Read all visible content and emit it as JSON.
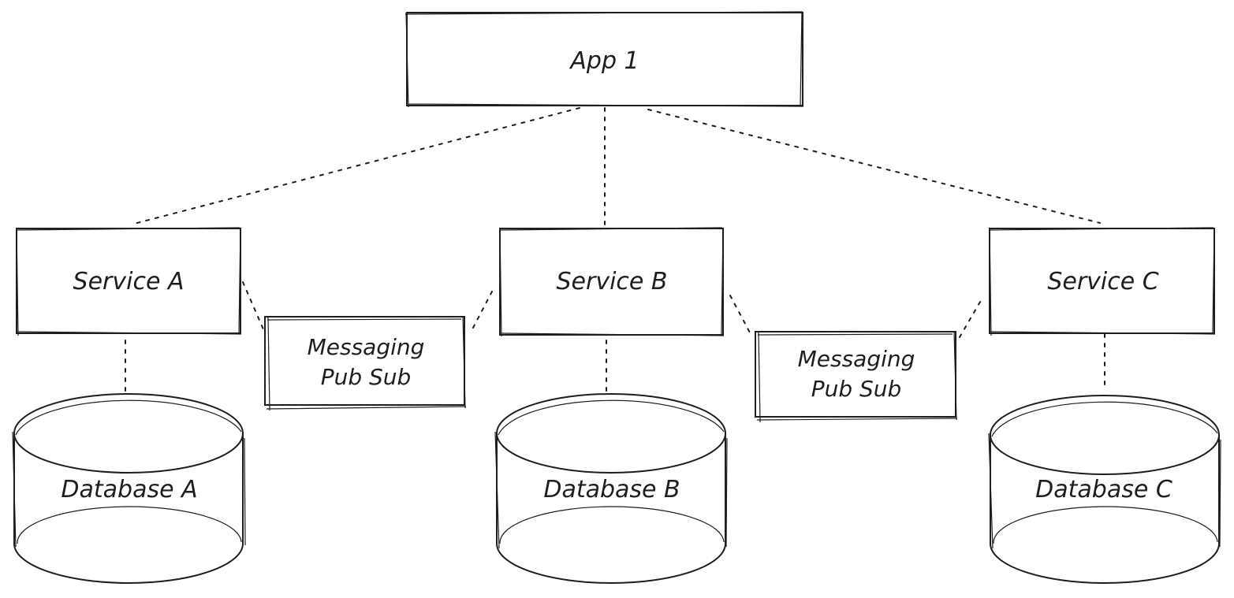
{
  "app": {
    "label": "App 1"
  },
  "services": [
    {
      "label": "Service A"
    },
    {
      "label": "Service B"
    },
    {
      "label": "Service C"
    }
  ],
  "messaging": [
    {
      "line1": "Messaging",
      "line2": "Pub Sub"
    },
    {
      "line1": "Messaging",
      "line2": "Pub Sub"
    }
  ],
  "databases": [
    {
      "label": "Database A"
    },
    {
      "label": "Database B"
    },
    {
      "label": "Database C"
    }
  ],
  "colors": {
    "stroke": "#1e1e1e",
    "background": "#ffffff"
  }
}
